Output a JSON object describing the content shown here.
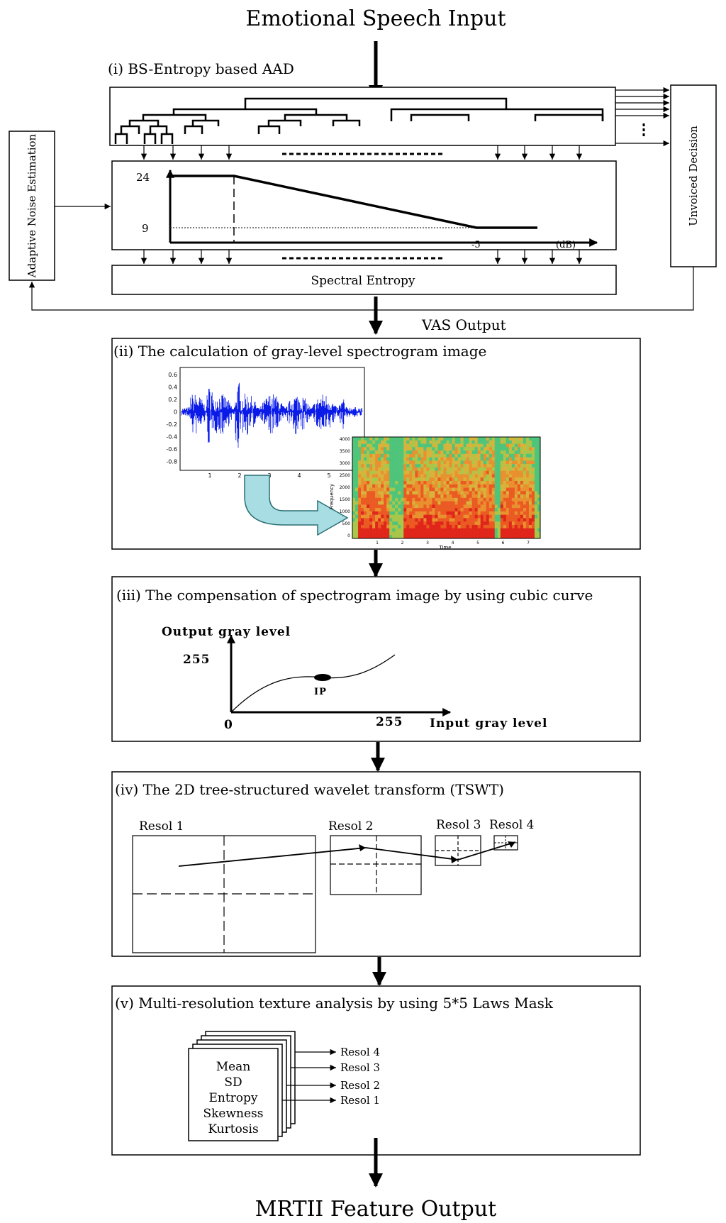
{
  "title": "Emotional Speech Input",
  "footer": "MRTII Feature Output",
  "colors": {
    "waveform": "#0a1be8",
    "arrow_fill": "#a7dde3",
    "arrow_stroke": "#2a6f74"
  },
  "section1": {
    "title": "(i) BS-Entropy based AAD",
    "side_left": "Adaptive Noise Estimation",
    "side_right": "Unvoiced Decision",
    "graph": {
      "y_top": "24",
      "y_low": "9",
      "x_point": "-5",
      "x_unit": "(dB)"
    },
    "entropy_box": "Spectral Entropy",
    "output": "VAS Output"
  },
  "section2": {
    "title": "(ii) The calculation of gray-level spectrogram image",
    "wave_y_ticks": [
      "0.6",
      "0.4",
      "0.2",
      "0",
      "-0.2",
      "-0.4",
      "-0.6",
      "-0.8"
    ],
    "wave_x_ticks": [
      "1",
      "2",
      "3",
      "4",
      "5"
    ],
    "spec_y_ticks": [
      "4000",
      "3500",
      "3000",
      "2500",
      "2000",
      "1500",
      "1000",
      "500",
      "0"
    ],
    "spec_x_ticks": [
      "1",
      "2",
      "3",
      "4",
      "5",
      "6",
      "7"
    ],
    "spec_ylabel": "Frequency",
    "spec_xlabel": "Time"
  },
  "section3": {
    "title": "(iii) The compensation of spectrogram image by using cubic curve",
    "y_label": "Output gray level",
    "y_max": "255",
    "origin": "0",
    "x_max": "255",
    "x_label": "Input gray level",
    "ip_label": "IP"
  },
  "section4": {
    "title": "(iv) The 2D tree-structured wavelet transform (TSWT)",
    "resol": [
      "Resol 1",
      "Resol 2",
      "Resol 3",
      "Resol 4"
    ]
  },
  "section5": {
    "title": "(v) Multi-resolution texture analysis by using 5*5  Laws Mask",
    "features": [
      "Mean",
      "SD",
      "Entropy",
      "Skewness",
      "Kurtosis"
    ],
    "outputs": [
      "Resol 4",
      "Resol 3",
      "Resol 2",
      "Resol 1"
    ]
  }
}
